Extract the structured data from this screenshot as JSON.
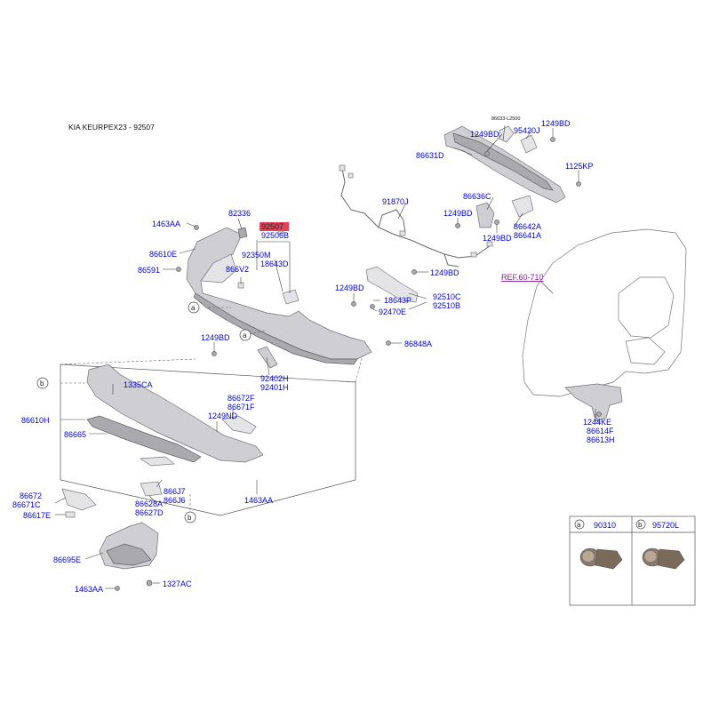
{
  "header": {
    "title": "KIA KEURPEX23 - 92507"
  },
  "labels": {
    "l86633": "86633-L2500",
    "l1249BD_a": "1249BD",
    "l95420J": "95420J",
    "l1249BD_b": "1249BD",
    "l86631D": "86631D",
    "l1125KP": "1125KP",
    "l91870J": "91870J",
    "l86636C": "86636C",
    "l1249BD_c": "1249BD",
    "l1249BD_d": "1249BD",
    "l86642A": "86642A",
    "l86641A": "86641A",
    "l1463AA_a": "1463AA",
    "l82336": "82336",
    "l92507": "92507",
    "l92506B": "92506B",
    "l86610E": "86610E",
    "l92350M": "92350M",
    "l18643D": "18643D",
    "l866V2": "866V2",
    "l86591": "86591",
    "l1249BD_e": "1249BD",
    "l1249BD_f": "1249BD",
    "l18643P": "18643P",
    "l92470E": "92470E",
    "l92510C": "92510C",
    "l92510B": "92510B",
    "l1249BD_g": "1249BD",
    "l86848A": "86848A",
    "l1335CA": "1335CA",
    "l92402H": "92402H",
    "l92401H": "92401H",
    "l86610H": "86610H",
    "l86672F": "86672F",
    "l86671F": "86671F",
    "l1249ND": "1249ND",
    "l86665": "86665",
    "l866J7": "866J7",
    "l866J6": "866J6",
    "l86628A": "86628A",
    "l86627D": "86627D",
    "l86672": "86672",
    "l86671C": "86671C",
    "l86617E": "86617E",
    "l1463AA_b": "1463AA",
    "l86695E": "86695E",
    "l1327AC": "1327AC",
    "l1463AA_c": "1463AA",
    "lREF": "REF.60-710",
    "l1244KE": "1244KE",
    "l86614F": "86614F",
    "l86613H": "86613H"
  },
  "callouts": {
    "a": "a",
    "b": "b"
  },
  "legend": {
    "a_letter": "a",
    "a_part": "90310",
    "b_letter": "b",
    "b_part": "95720L"
  },
  "colors": {
    "label": "#0000e6",
    "highlight": "#e0455a",
    "ref": "#8a1a9a"
  }
}
